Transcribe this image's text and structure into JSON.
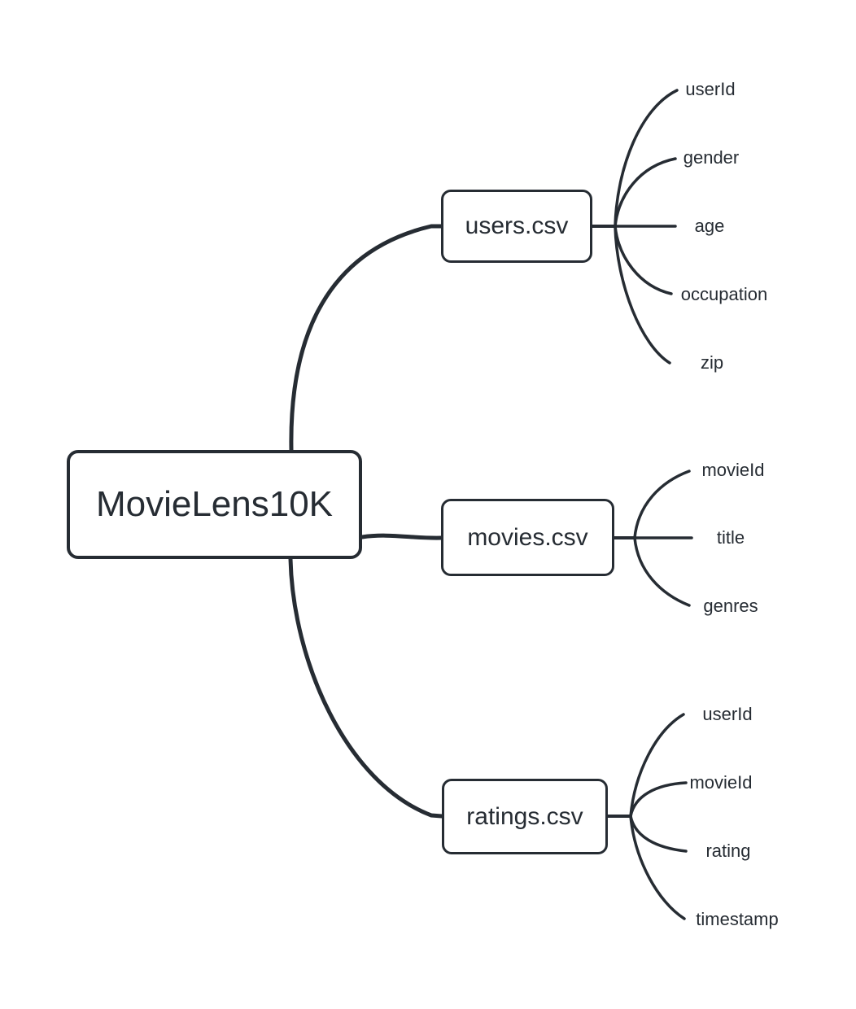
{
  "diagram": {
    "type": "mindmap",
    "colors": {
      "line": "#262c33",
      "text": "#262c33",
      "node_fill": "#ffffff",
      "background": "#ffffff"
    },
    "root": {
      "label": "MovieLens10K"
    },
    "branches": [
      {
        "label": "users.csv",
        "leaves": [
          "userId",
          "gender",
          "age",
          "occupation",
          "zip"
        ]
      },
      {
        "label": "movies.csv",
        "leaves": [
          "movieId",
          "title",
          "genres"
        ]
      },
      {
        "label": "ratings.csv",
        "leaves": [
          "userId",
          "movieId",
          "rating",
          "timestamp"
        ]
      }
    ]
  }
}
